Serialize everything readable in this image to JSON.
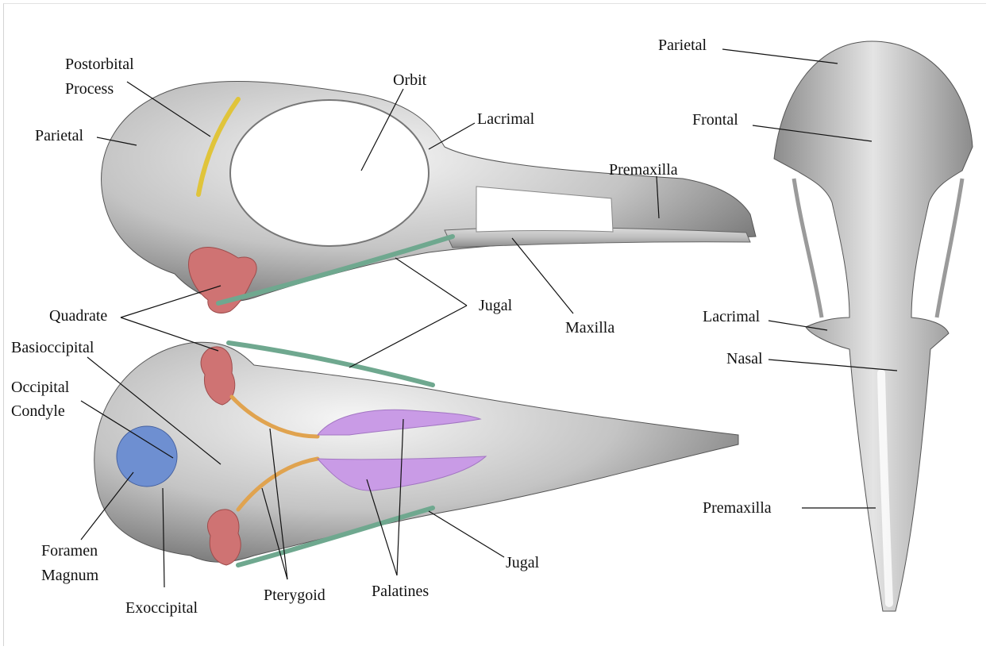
{
  "labels": {
    "lateral_view": {
      "postorbital_process_line1": "Postorbital",
      "postorbital_process_line2": "Process",
      "parietal": "Parietal",
      "orbit": "Orbit",
      "lacrimal": "Lacrimal",
      "premaxilla": "Premaxilla",
      "quadrate": "Quadrate",
      "jugal": "Jugal",
      "maxilla": "Maxilla"
    },
    "ventral_view": {
      "basioccipital": "Basioccipital",
      "occipital_condyle_line1": "Occipital",
      "occipital_condyle_line2": "Condyle",
      "foramen_magnum_line1": "Foramen",
      "foramen_magnum_line2": "Magnum",
      "exoccipital": "Exoccipital",
      "pterygoid": "Pterygoid",
      "palatines": "Palatines",
      "jugal": "Jugal"
    },
    "dorsal_view": {
      "parietal": "Parietal",
      "frontal": "Frontal",
      "lacrimal": "Lacrimal",
      "nasal": "Nasal",
      "premaxilla": "Premaxilla"
    }
  },
  "colors": {
    "bone_light": "#e9e9e9",
    "bone_mid": "#b7b7b7",
    "bone_dark": "#6f6f6f",
    "postorbital_process": "#e0c43a",
    "quadrate": "#cf7373",
    "jugal": "#6fa88f",
    "pterygoid": "#e0a34f",
    "palatines": "#c99be6",
    "foramen_magnum": "#6e8fd1",
    "leader_lines": "#111111"
  }
}
